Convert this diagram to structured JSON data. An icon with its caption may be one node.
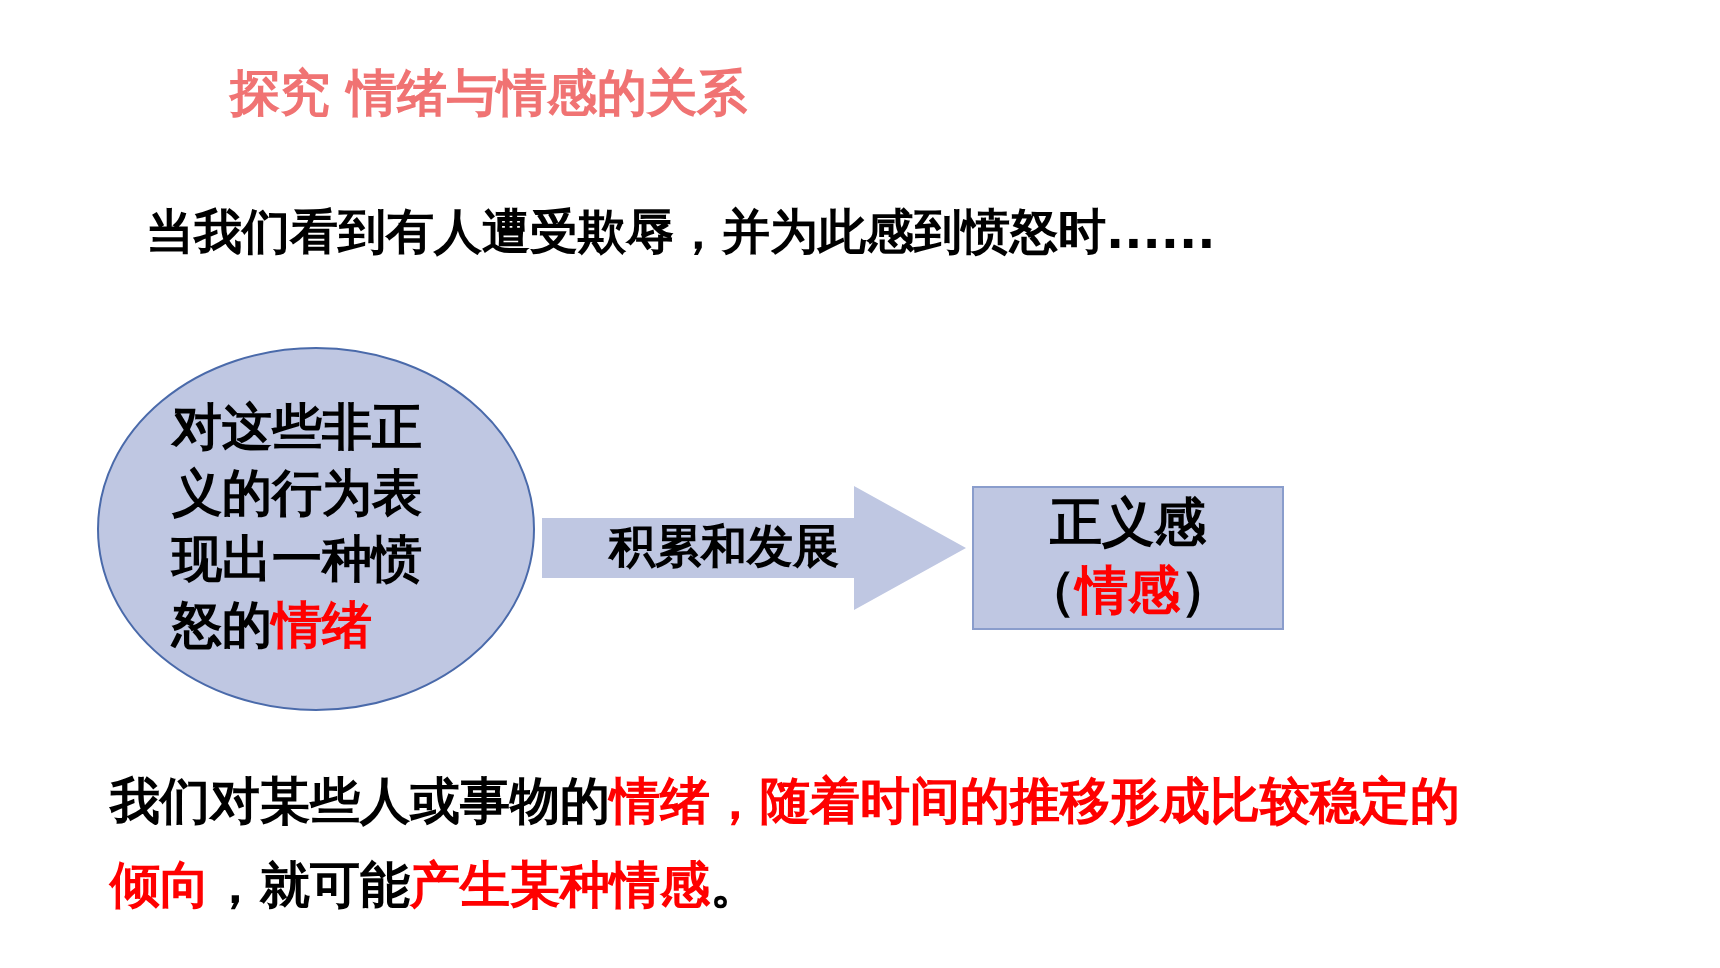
{
  "diagram": {
    "title": "探究 情绪与情感的关系",
    "nodes": [
      {
        "text": [
          "对这些非正义的行为表现出一种愤怒的**情绪**"
        ]
      },
      {
        "text": [
          "正义感",
          "（**情感**）"
        ]
      }
    ],
    "edges": [
      {
        "from": 0,
        "to": 1,
        "arrow": "to",
        "label": "积累和发展",
        "style": "thick"
      }
    ],
    "labels": [
      "当我们看到有人遭受欺辱，并为此感到愤怒时......",
      "我们对某些人或事物的**情绪，随着时间的推移形成比较稳定的倾向**，就可能**产生某种情感**。"
    ]
  }
}
